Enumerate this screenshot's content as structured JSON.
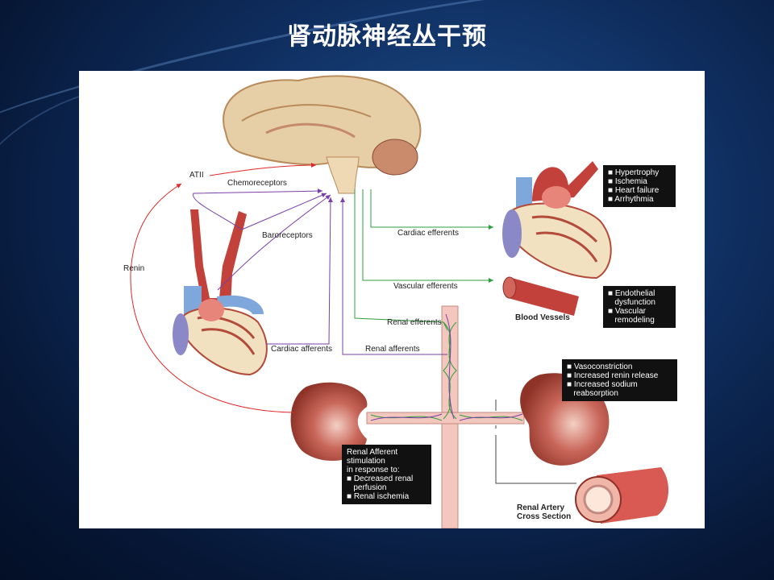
{
  "title": "肾动脉神经丛干预",
  "labels": {
    "atii": "ATII",
    "chemoreceptors": "Chemoreceptors",
    "baroreceptors": "Baroreceptors",
    "renin": "Renin",
    "cardiac_efferents": "Cardiac efferents",
    "vascular_efferents": "Vascular efferents",
    "renal_efferents": "Renal efferents",
    "cardiac_afferents": "Cardiac afferents",
    "renal_afferents": "Renal afferents",
    "blood_vessels": "Blood Vessels",
    "cross_section_1": "Renal Artery",
    "cross_section_2": "Cross Section"
  },
  "boxes": {
    "heart_effects": [
      "■ Hypertrophy",
      "■ Ischemia",
      "■ Heart failure",
      "■ Arrhythmia"
    ],
    "vessel_effects": [
      "■ Endothelial",
      "   dysfunction",
      "■ Vascular",
      "   remodeling"
    ],
    "kidney_effects": [
      "■ Vasoconstriction",
      "■ Increased renin release",
      "■ Increased sodium",
      "   reabsorption"
    ],
    "afferent_stimulation": [
      "Renal Afferent",
      "stimulation",
      "in response to:",
      "■ Decreased renal",
      "   perfusion",
      "■ Renal ischemia"
    ]
  },
  "colors": {
    "efferent": "#2e9e3e",
    "afferent": "#7a3fa8",
    "hormonal": "#e02828"
  }
}
